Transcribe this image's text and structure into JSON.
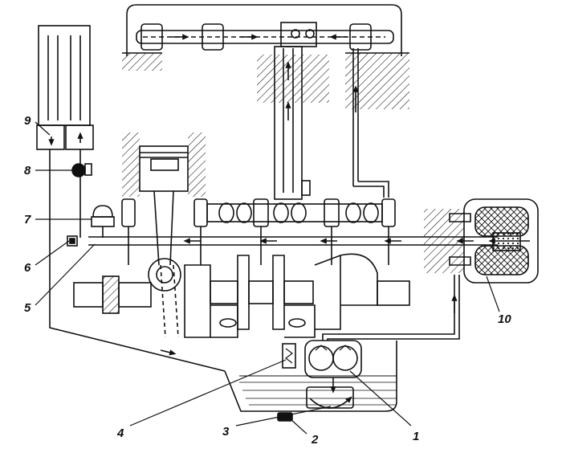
{
  "callouts": [
    {
      "id": "1",
      "text": "1"
    },
    {
      "id": "2",
      "text": "2"
    },
    {
      "id": "3",
      "text": "3"
    },
    {
      "id": "4",
      "text": "4"
    },
    {
      "id": "5",
      "text": "5"
    },
    {
      "id": "6",
      "text": "6"
    },
    {
      "id": "7",
      "text": "7"
    },
    {
      "id": "8",
      "text": "8"
    },
    {
      "id": "9",
      "text": "9"
    },
    {
      "id": "10",
      "text": "10"
    }
  ],
  "colors": {
    "ink": "#111111",
    "paper": "#ffffff",
    "oil": "#e8e8e8"
  }
}
